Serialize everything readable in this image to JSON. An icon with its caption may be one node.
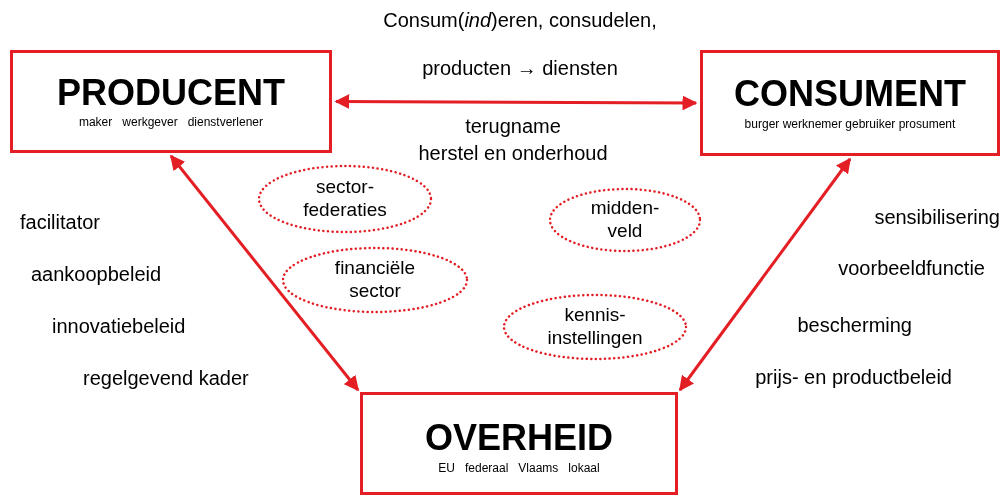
{
  "diagram": {
    "nodes": [
      {
        "text": [
          "PRODUCENT",
          "maker   werkgever   dienstverlener"
        ]
      },
      {
        "text": [
          "CONSUMENT",
          "burger werknemer gebruiker prosument"
        ]
      },
      {
        "text": [
          "OVERHEID",
          "EU   federaal   Vlaams   lokaal"
        ]
      },
      {
        "text": [
          "sector- federaties"
        ]
      },
      {
        "text": [
          "midden- veld"
        ]
      },
      {
        "text": [
          "financiële sector"
        ]
      },
      {
        "text": [
          "kennis- instellingen"
        ]
      }
    ],
    "edges": [
      {
        "from": 0,
        "to": 1,
        "arrow": "both"
      },
      {
        "from": 0,
        "to": 2,
        "arrow": "both"
      },
      {
        "from": 1,
        "to": 2,
        "arrow": "both"
      }
    ],
    "labels": [
      "Consum(*ind*)eren, consudelen,",
      "producten → diensten",
      "terugname",
      "herstel en onderhoud",
      "facilitator",
      "aankoopbeleid",
      "innovatiebeleid",
      "regelgevend kader",
      "sensibilisering",
      "voorbeeldfunctie",
      "bescherming",
      "prijs- en productbeleid"
    ]
  }
}
